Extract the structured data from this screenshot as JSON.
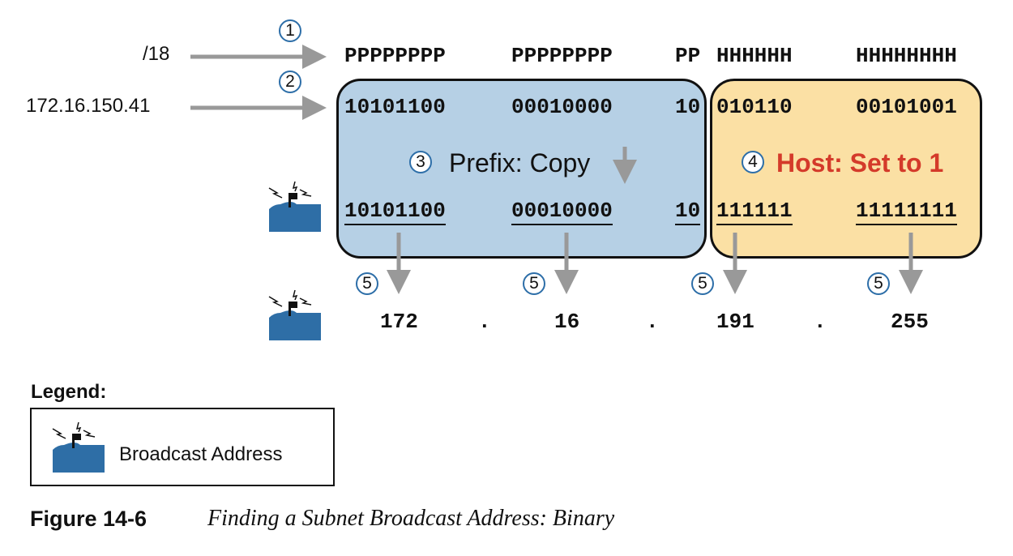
{
  "labels": {
    "mask": "/18",
    "address": "172.16.150.41"
  },
  "row_mask": {
    "o1": "PPPPPPPP",
    "o2": "PPPPPPPP",
    "o3_prefix": "PP",
    "o3_host": "HHHHHH",
    "o4": "HHHHHHHH"
  },
  "row_address": {
    "o1": "10101100",
    "o2": "00010000",
    "o3_prefix": "10",
    "o3_host": "010110",
    "o4": "00101001"
  },
  "row_broadcast": {
    "o1": "10101100",
    "o2": "00010000",
    "o3_prefix": "10",
    "o3_host": "111111",
    "o4": "11111111"
  },
  "steps": [
    "1",
    "2",
    "3",
    "4",
    "5"
  ],
  "prefix_label": "Prefix: Copy",
  "host_label": "Host: Set to 1",
  "result": {
    "o1": "172",
    "o2": "16",
    "o3": "191",
    "o4": "255",
    "dot": "."
  },
  "legend": {
    "title": "Legend:",
    "item": "Broadcast Address"
  },
  "caption": {
    "number": "Figure 14-6",
    "title": "Finding a Subnet Broadcast Address: Binary"
  },
  "colors": {
    "prefix_fill": "#b6d0e5",
    "host_fill": "#fbe0a4",
    "arrow": "#999999",
    "mailbox": "#2e6ea6",
    "host_text": "#d43a2a",
    "step_circle": "#2d6ea8"
  },
  "icons": {
    "broadcast": "mailbox-icon"
  }
}
